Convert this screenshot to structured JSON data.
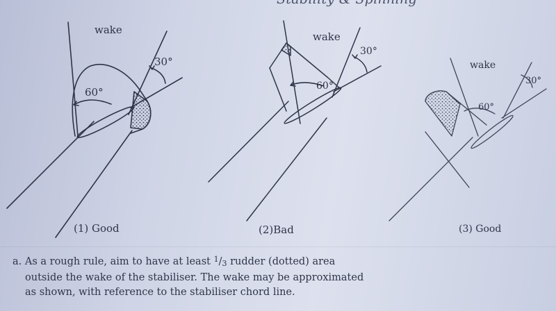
{
  "header": {
    "running_title": "Stability & Spinning"
  },
  "figures": [
    {
      "label": "(1) Good",
      "wake_label": "wake",
      "angle_wake": "30°",
      "angle_rudder": "60°"
    },
    {
      "label": "(2)Bad",
      "wake_label": "wake",
      "angle_wake": "30°",
      "angle_rudder": "60°"
    },
    {
      "label": "(3) Good",
      "wake_label": "wake",
      "angle_wake": "30°",
      "angle_rudder": "60°"
    }
  ],
  "caption": {
    "prefix": "a. As a rough rule, aim to have at least ",
    "fraction_num": "1",
    "fraction_sep": "/",
    "fraction_den": "3",
    "line1_rest": " rudder (dotted) area",
    "line2": "outside the wake of the stabiliser. The wake may be approximated",
    "line3": "as shown, with reference to the stabiliser chord line."
  },
  "colors": {
    "ink": "#2f3448",
    "paper": "#cfd4e6"
  }
}
